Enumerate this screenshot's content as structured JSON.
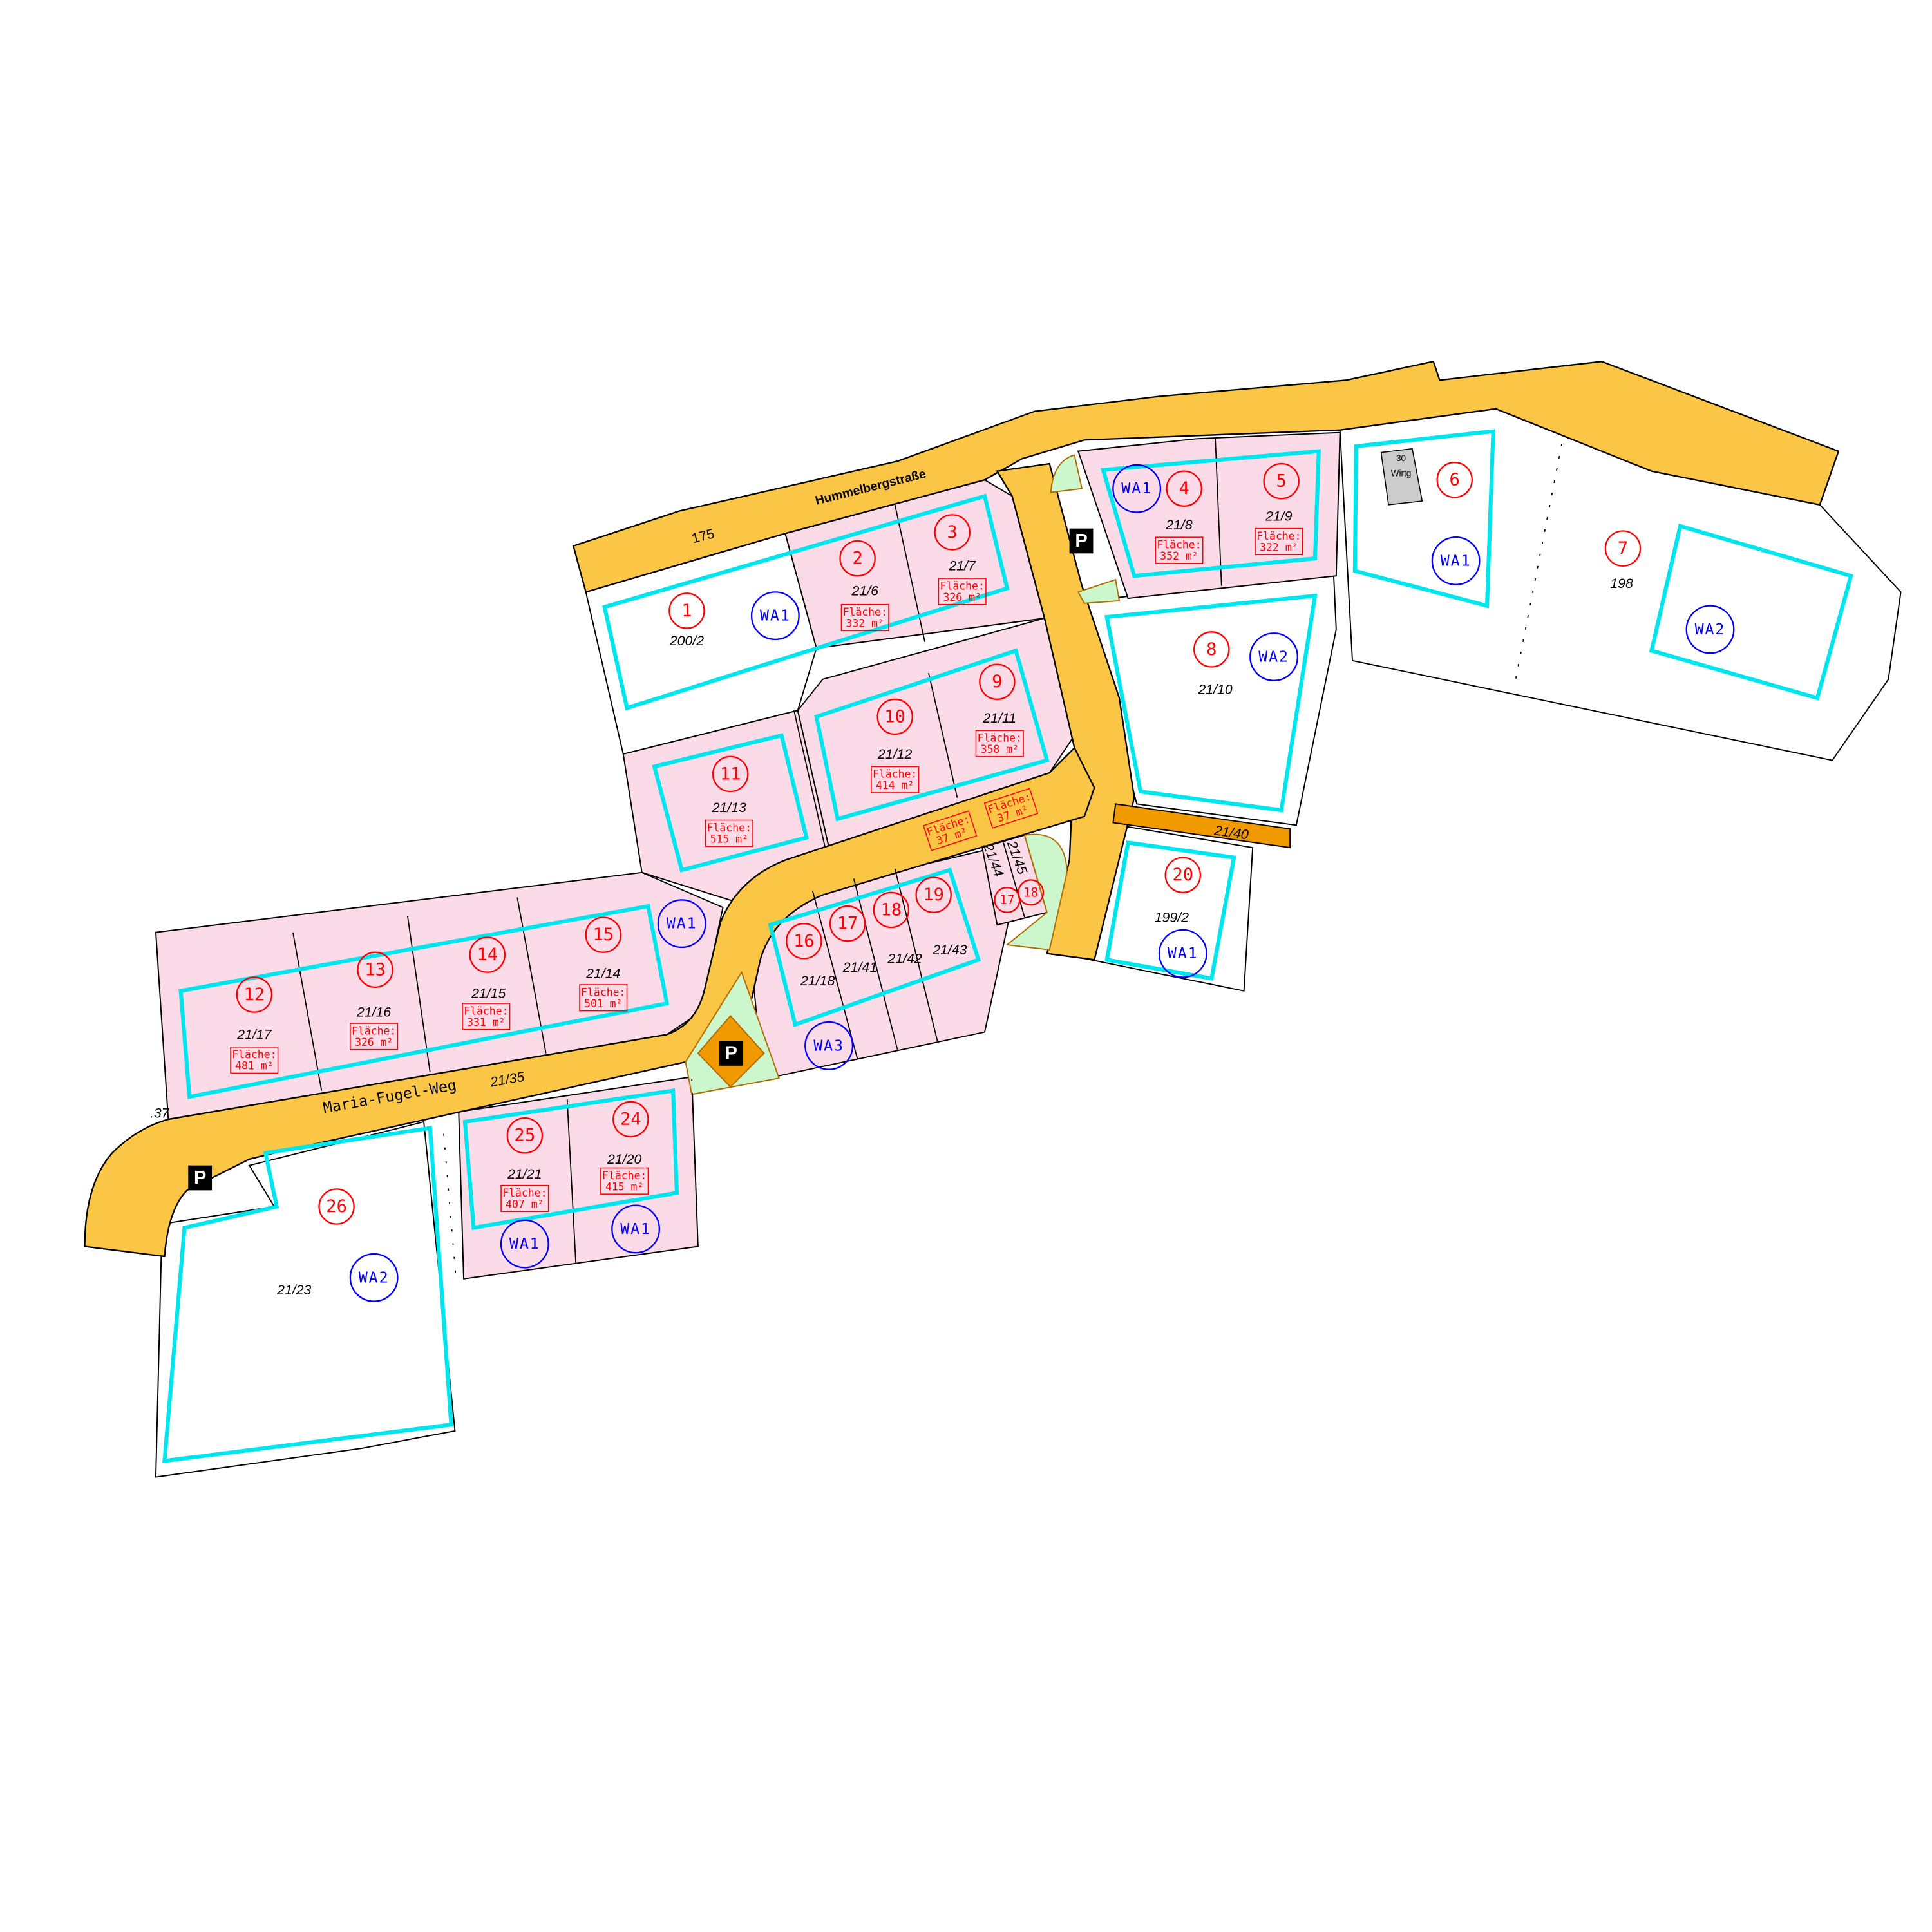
{
  "colors": {
    "road": "#fbc546",
    "lot": "#fcdbe8",
    "green": "#ccf7cc",
    "envelope": "#00e5ee",
    "lot_number": "#ff0000",
    "zone": "#0000ff",
    "strip": "#f09a00"
  },
  "streets": {
    "hummelbergstrasse": "Hummelbergstraße",
    "hummelbergstrasse_parcel": "175",
    "maria_fugel_weg": "Maria-Fugel-Weg",
    "maria_fugel_weg_parcel": "21/35",
    "strip_parcel": "21/40",
    "edge_parcel": ".37"
  },
  "parking_label": "P",
  "area_label": "Fläche:",
  "building": {
    "number": "30",
    "label": "Wirtg"
  },
  "lots": [
    {
      "no": "1",
      "parcel": "200/2"
    },
    {
      "no": "2",
      "parcel": "21/6",
      "area": "332 m²"
    },
    {
      "no": "3",
      "parcel": "21/7",
      "area": "326 m²"
    },
    {
      "no": "4",
      "parcel": "21/8",
      "area": "352 m²"
    },
    {
      "no": "5",
      "parcel": "21/9",
      "area": "322 m²"
    },
    {
      "no": "6"
    },
    {
      "no": "7",
      "parcel": "198"
    },
    {
      "no": "8",
      "parcel": "21/10"
    },
    {
      "no": "9",
      "parcel": "21/11",
      "area": "358 m²"
    },
    {
      "no": "10",
      "parcel": "21/12",
      "area": "414 m²"
    },
    {
      "no": "11",
      "parcel": "21/13",
      "area": "515 m²"
    },
    {
      "no": "12",
      "parcel": "21/17",
      "area": "481 m²"
    },
    {
      "no": "13",
      "parcel": "21/16",
      "area": "326 m²"
    },
    {
      "no": "14",
      "parcel": "21/15",
      "area": "331 m²"
    },
    {
      "no": "15",
      "parcel": "21/14",
      "area": "501 m²"
    },
    {
      "no": "16",
      "parcel": "21/18"
    },
    {
      "no": "17",
      "parcel": "21/41"
    },
    {
      "no": "18",
      "parcel": "21/42"
    },
    {
      "no": "19",
      "parcel": "21/43"
    },
    {
      "no": "17",
      "parcel": "21/44",
      "area": "37 m²"
    },
    {
      "no": "18",
      "parcel": "21/45",
      "area": "37 m²"
    },
    {
      "no": "20",
      "parcel": "199/2"
    },
    {
      "no": "24",
      "parcel": "21/20",
      "area": "415 m²"
    },
    {
      "no": "25",
      "parcel": "21/21",
      "area": "407 m²"
    },
    {
      "no": "26",
      "parcel": "21/23"
    }
  ],
  "zones": [
    "WA1",
    "WA1",
    "WA1",
    "WA2",
    "WA2",
    "WA1",
    "WA1",
    "WA3",
    "WA1",
    "WA1",
    "WA2"
  ]
}
